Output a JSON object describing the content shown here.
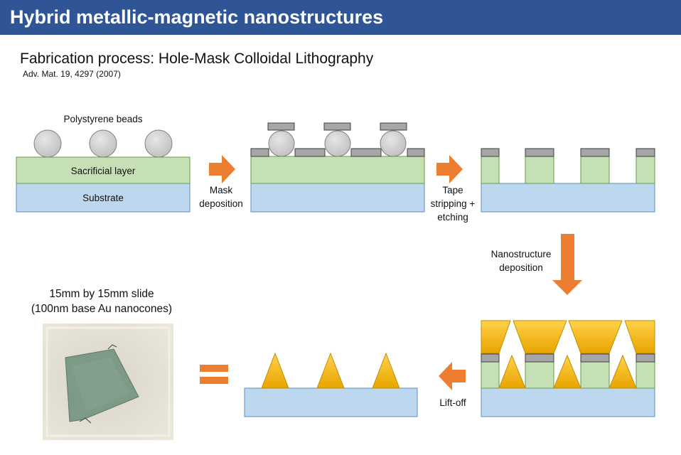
{
  "header": {
    "title": "Hybrid metallic-magnetic nanostructures"
  },
  "subtitle": "Fabrication process: Hole-Mask Colloidal Lithography",
  "reference": "Adv. Mat. 19, 4297 (2007)",
  "step1": {
    "beads_label": "Polystyrene beads",
    "sacrificial_label": "Sacrificial layer",
    "substrate_label": "Substrate"
  },
  "arrows": {
    "mask_deposition": "Mask\ndeposition",
    "tape_stripping": "Tape\nstripping +\netching",
    "nanostructure_deposition": "Nanostructure\ndeposition",
    "lift_off": "Lift-off"
  },
  "slide": {
    "caption": "15mm by 15mm slide\n(100nm base Au nanocones)"
  },
  "colors": {
    "header_bg": "#2f5597",
    "substrate": "#bdd7ee",
    "sacrificial": "#c5e0b4",
    "mask": "#a6a6a6",
    "bead": "#d9d9d9",
    "arrow": "#ed7d31",
    "gold": "#ffc000"
  }
}
